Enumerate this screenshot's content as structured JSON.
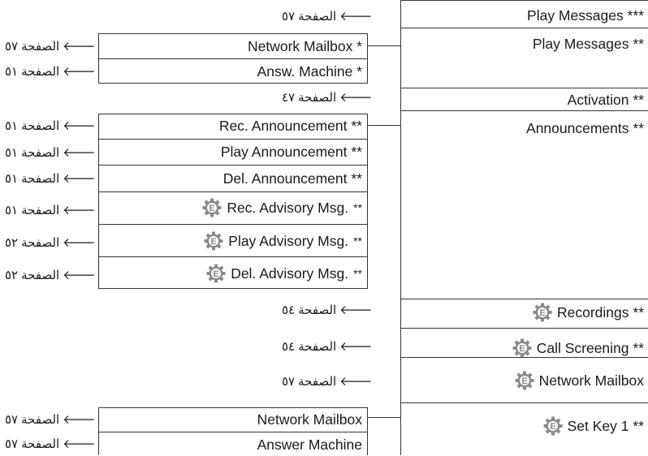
{
  "right_items": [
    {
      "id": "r0",
      "label": "*** Play Messages",
      "icon": false
    },
    {
      "id": "r1",
      "label": "** Play Messages",
      "icon": false
    },
    {
      "id": "r2",
      "label": "** Activation",
      "icon": false
    },
    {
      "id": "r3",
      "label": "** Announcements",
      "icon": false
    },
    {
      "id": "r4",
      "label": "** Recordings",
      "icon": true
    },
    {
      "id": "r5",
      "label": "Call Screening **",
      "icon": true
    },
    {
      "id": "r6",
      "label": "Network Mailbox",
      "icon": true
    },
    {
      "id": "r7",
      "label": "Set Key 1 **",
      "icon": true
    }
  ],
  "right_labels": {
    "r0": "Play Messages ***",
    "r1": "Play Messages **",
    "r2": "Activation **",
    "r3": "Announcements **",
    "r4": "Recordings **",
    "r5": "Call Screening **",
    "r6": "Network Mailbox",
    "r7": "Set Key 1 **"
  },
  "box1": {
    "rows": [
      "Network Mailbox *",
      "Answ. Machine *"
    ]
  },
  "box2": {
    "rows": [
      "Rec. Announcement **",
      "Play Announcement **",
      "Del. Announcement **"
    ],
    "icon_rows": [
      "Rec. Advisory Msg.",
      "Play Advisory Msg.",
      "Del. Advisory Msg."
    ],
    "icon_stars": "**"
  },
  "box3": {
    "rows": [
      "Network Mailbox",
      "Answer Machine"
    ]
  },
  "refs": {
    "page_word": "الصفحة",
    "arrow": "🡐",
    "p57": "٥٧",
    "p51": "٥١",
    "p47": "٤٧",
    "p52": "٥٢",
    "p54": "٥٤"
  },
  "icon_name": "e-gear-icon",
  "colors": {
    "line": "#333333",
    "gear": "#8a8a8a",
    "text": "#1a1a1a"
  }
}
